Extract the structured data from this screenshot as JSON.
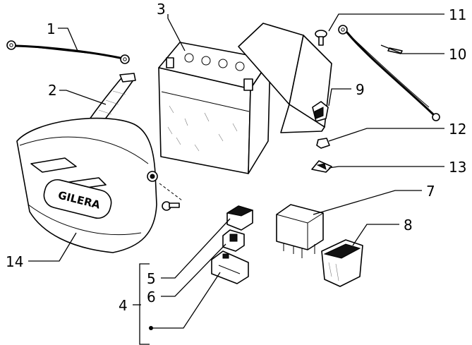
{
  "callouts": [
    {
      "id": "1",
      "part": "battery-cable-short"
    },
    {
      "id": "2",
      "part": "battery-strap"
    },
    {
      "id": "3",
      "part": "battery"
    },
    {
      "id": "4",
      "part": "fuse-group"
    },
    {
      "id": "5",
      "part": "fuse-cover"
    },
    {
      "id": "6",
      "part": "fuse"
    },
    {
      "id": "7",
      "part": "relay"
    },
    {
      "id": "8",
      "part": "relay-rubber-holder"
    },
    {
      "id": "9",
      "part": "battery-tray"
    },
    {
      "id": "10",
      "part": "battery-cable-long"
    },
    {
      "id": "11",
      "part": "screw"
    },
    {
      "id": "12",
      "part": "nut"
    },
    {
      "id": "13",
      "part": "clip"
    },
    {
      "id": "14",
      "part": "battery-cover"
    }
  ],
  "cover_logo": "GILERA"
}
